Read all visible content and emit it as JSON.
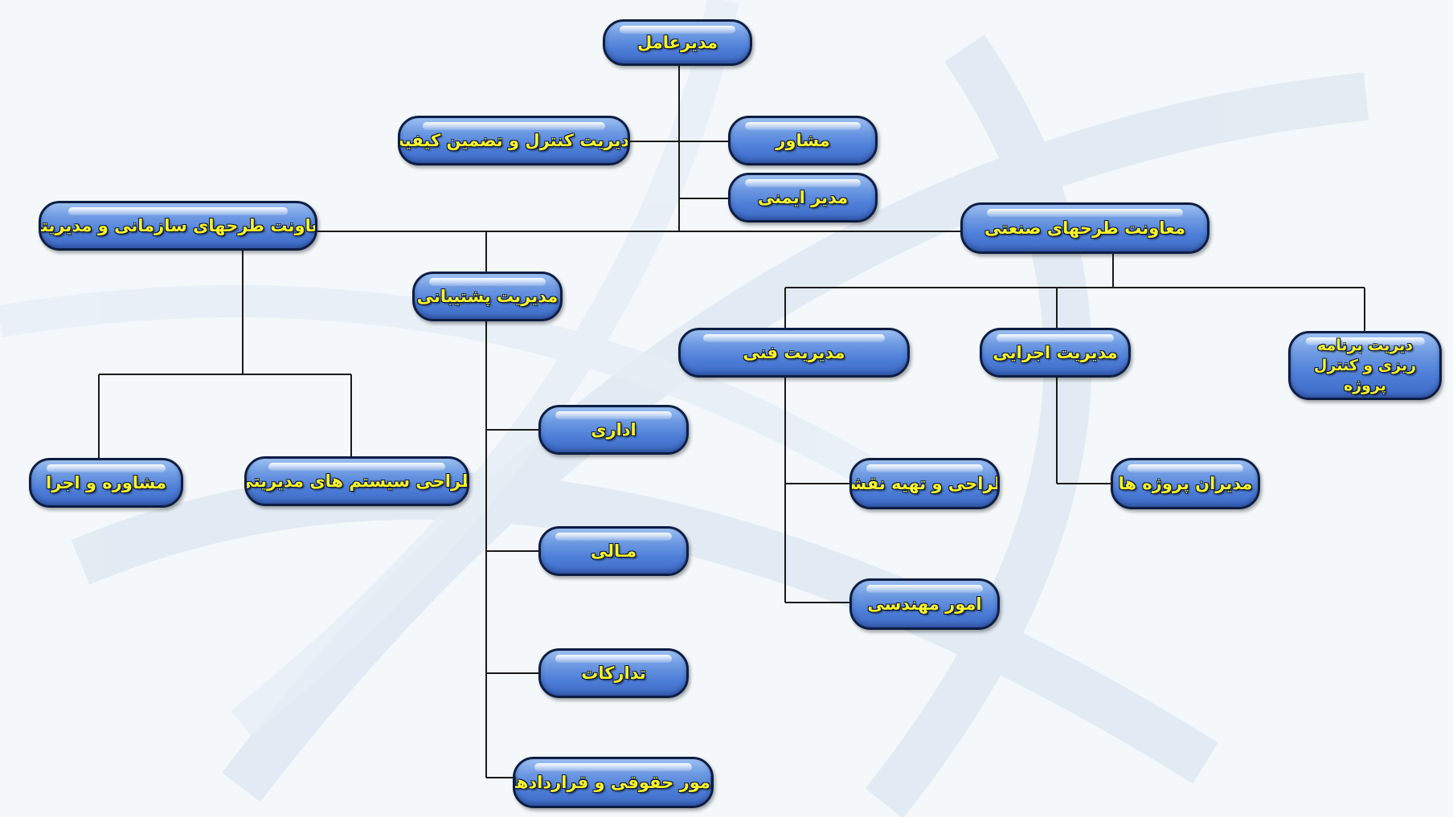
{
  "chart": {
    "ceo": "مدیرعامل",
    "quality_control": "مدیریت کنترل و تضمین کیفیت",
    "advisor": "مشاور",
    "safety_manager": "مدیر ایمنی",
    "deputy_organizational": "معاونت طرحهای سازمانی و مدیریتی",
    "deputy_industrial": "معاونت طرحهای صنعتی",
    "support_management": "مدیریت پشتیبانی",
    "technical_management": "مدیریت فنی",
    "executive_management": "مدیریت اجرایی",
    "planning_control": "دیریت برنامه ریزی و کنترل پروژه",
    "consulting_execution": "مشاوره و اجرا",
    "management_systems_design": "طراحی سیستم های مدیریتی",
    "administrative": "اداری",
    "financial": "مـالی",
    "procurement": "تدارکات",
    "legal_contracts": "امور حقوقی و قراردادها",
    "design_drafting": "طراحی و تهیه نقشه",
    "engineering_affairs": "امور مهندسی",
    "project_managers": "مدیران پروژه ها"
  },
  "colors": {
    "node_fill": "#4d7ed8",
    "node_border": "#0d1d42",
    "label_text": "#f8f32a",
    "connector": "#1a1a1a",
    "background": "#f4f8fb"
  }
}
